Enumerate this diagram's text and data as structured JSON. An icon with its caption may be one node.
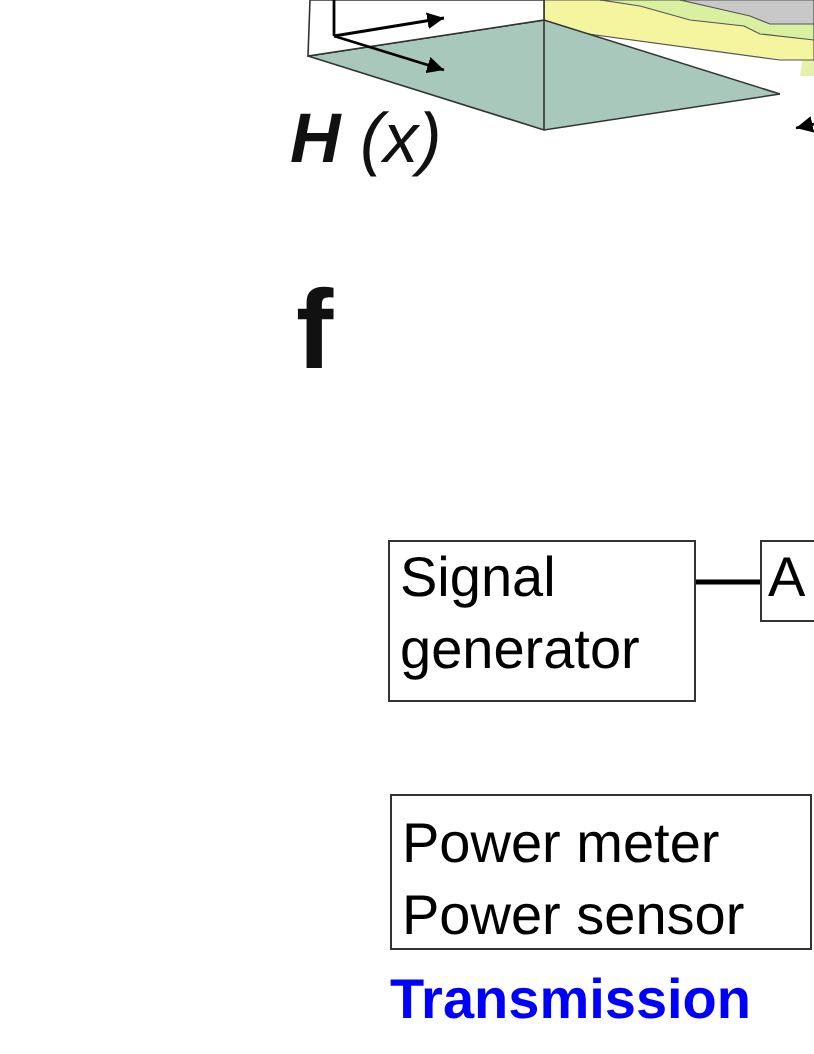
{
  "diagram": {
    "nodes": [
      {
        "text": [
          "Signal generator"
        ]
      },
      {
        "text": [
          "A"
        ]
      },
      {
        "text": [
          "Power meter",
          "Power sensor"
        ]
      }
    ],
    "edges": [
      {
        "from": 0,
        "to": 1,
        "arrow": "none"
      }
    ],
    "labels": [
      "**H** (x)",
      "f",
      "Transmission"
    ]
  }
}
